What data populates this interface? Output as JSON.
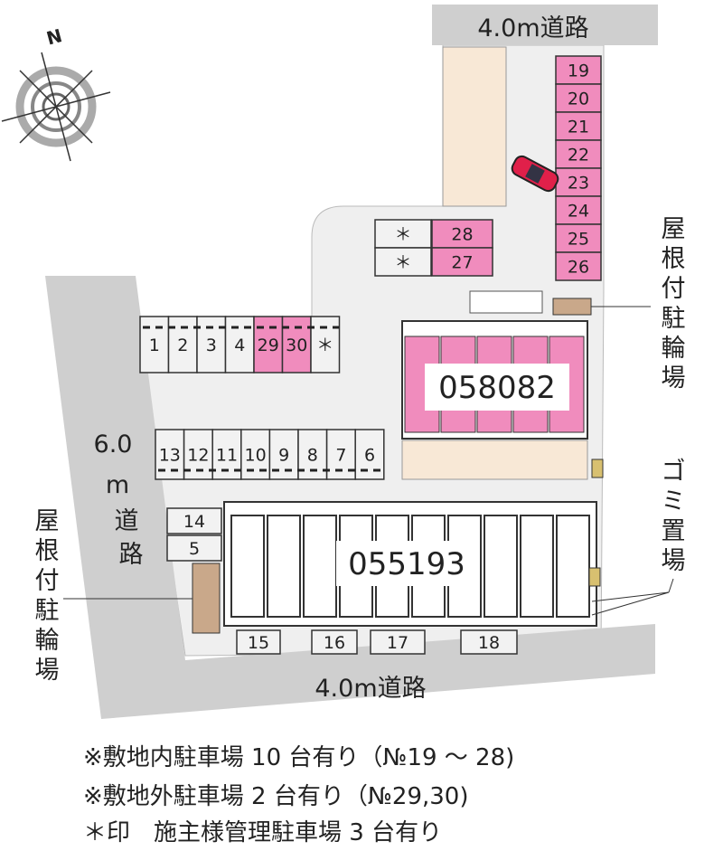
{
  "roads": {
    "top": "4.0m道路",
    "bottom": "4.0m道路",
    "left": [
      "6.0",
      "m",
      "道",
      "路"
    ]
  },
  "buildings": {
    "north": "058082",
    "south": "055193"
  },
  "labels": {
    "bike_shelter_right": [
      "屋",
      "根",
      "付",
      "駐",
      "輪",
      "場"
    ],
    "bike_shelter_left": [
      "屋",
      "根",
      "付",
      "駐",
      "輪",
      "場"
    ],
    "garbage": [
      "ゴ",
      "ミ",
      "置",
      "場"
    ]
  },
  "compass": {
    "north": "N"
  },
  "spots": {
    "east_column": [
      "19",
      "20",
      "21",
      "22",
      "23",
      "24",
      "25",
      "26"
    ],
    "middle": [
      "28",
      "27"
    ],
    "middle_owner": [
      "＊",
      "＊"
    ],
    "row_a": [
      "1",
      "2",
      "3",
      "4",
      "29",
      "30",
      "＊"
    ],
    "row_b": [
      "13",
      "12",
      "11",
      "10",
      "9",
      "8",
      "7",
      "6"
    ],
    "west": [
      "14",
      "5"
    ],
    "south": [
      "15",
      "16",
      "17",
      "18"
    ]
  },
  "notes": [
    "※敷地内駐車場 10 台有り（№19 ～ 28)",
    "※敷地外駐車場 2 台有り（№29,30)",
    "＊印　施主様管理駐車場 3 台有り"
  ],
  "colors": {
    "pink": "#f08cbd",
    "road": "#cfcfcf",
    "lot": "#efefef",
    "beige": "#f8e8d6",
    "shelter": "#c9a88a"
  }
}
